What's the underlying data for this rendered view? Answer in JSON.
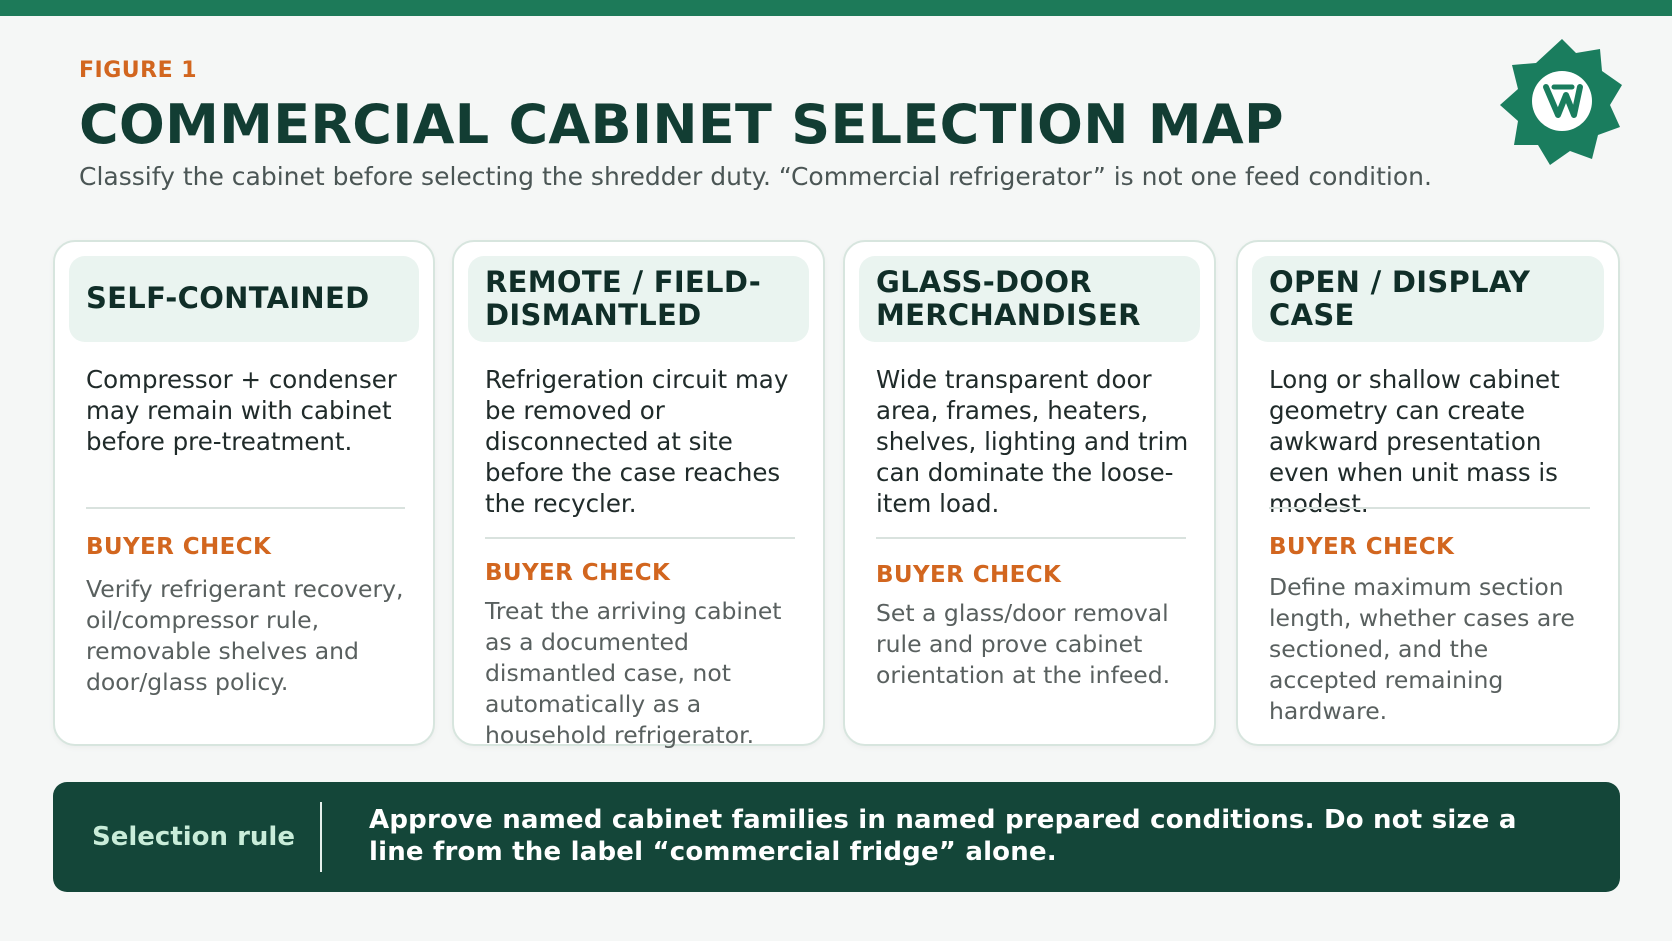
{
  "header": {
    "eyebrow": "FIGURE 1",
    "title": "COMMERCIAL CABINET SELECTION MAP",
    "subtitle": "Classify the cabinet before selecting the shredder duty. “Commercial refrigerator” is not one feed condition."
  },
  "colors": {
    "brand_green": "#1d7a59",
    "dark_green": "#144639",
    "accent_orange": "#d2661f",
    "card_header_bg": "#eaf4f0"
  },
  "logo": {
    "icon": "shredder-gear-logo-icon"
  },
  "cards": [
    {
      "title": "SELF-CONTAINED",
      "description": "Compressor + condenser may remain with cabinet before pre-treatment.",
      "check_label": "BUYER CHECK",
      "check_text": "Verify refrigerant recovery, oil/compressor rule, removable shelves and door/glass policy."
    },
    {
      "title": "REMOTE / FIELD-DISMANTLED",
      "description": "Refrigeration circuit may be removed or disconnected at site before the case reaches the recycler.",
      "check_label": "BUYER CHECK",
      "check_text": "Treat the arriving cabinet as a documented dismantled case, not automatically as a household refrigerator."
    },
    {
      "title": "GLASS-DOOR MERCHANDISER",
      "description": "Wide transparent door area, frames, heaters, shelves, lighting and trim can dominate the loose-item load.",
      "check_label": "BUYER CHECK",
      "check_text": "Set a glass/door removal rule and prove cabinet orientation at the infeed."
    },
    {
      "title": "OPEN / DISPLAY CASE",
      "description": "Long or shallow cabinet geometry can create awkward presentation even when unit mass is modest.",
      "check_label": "BUYER CHECK",
      "check_text": "Define maximum section length, whether cases are sectioned, and the accepted remaining hardware."
    }
  ],
  "rule": {
    "label": "Selection rule",
    "text": "Approve named cabinet families in named prepared conditions. Do not size a line from the label “commercial fridge” alone."
  }
}
